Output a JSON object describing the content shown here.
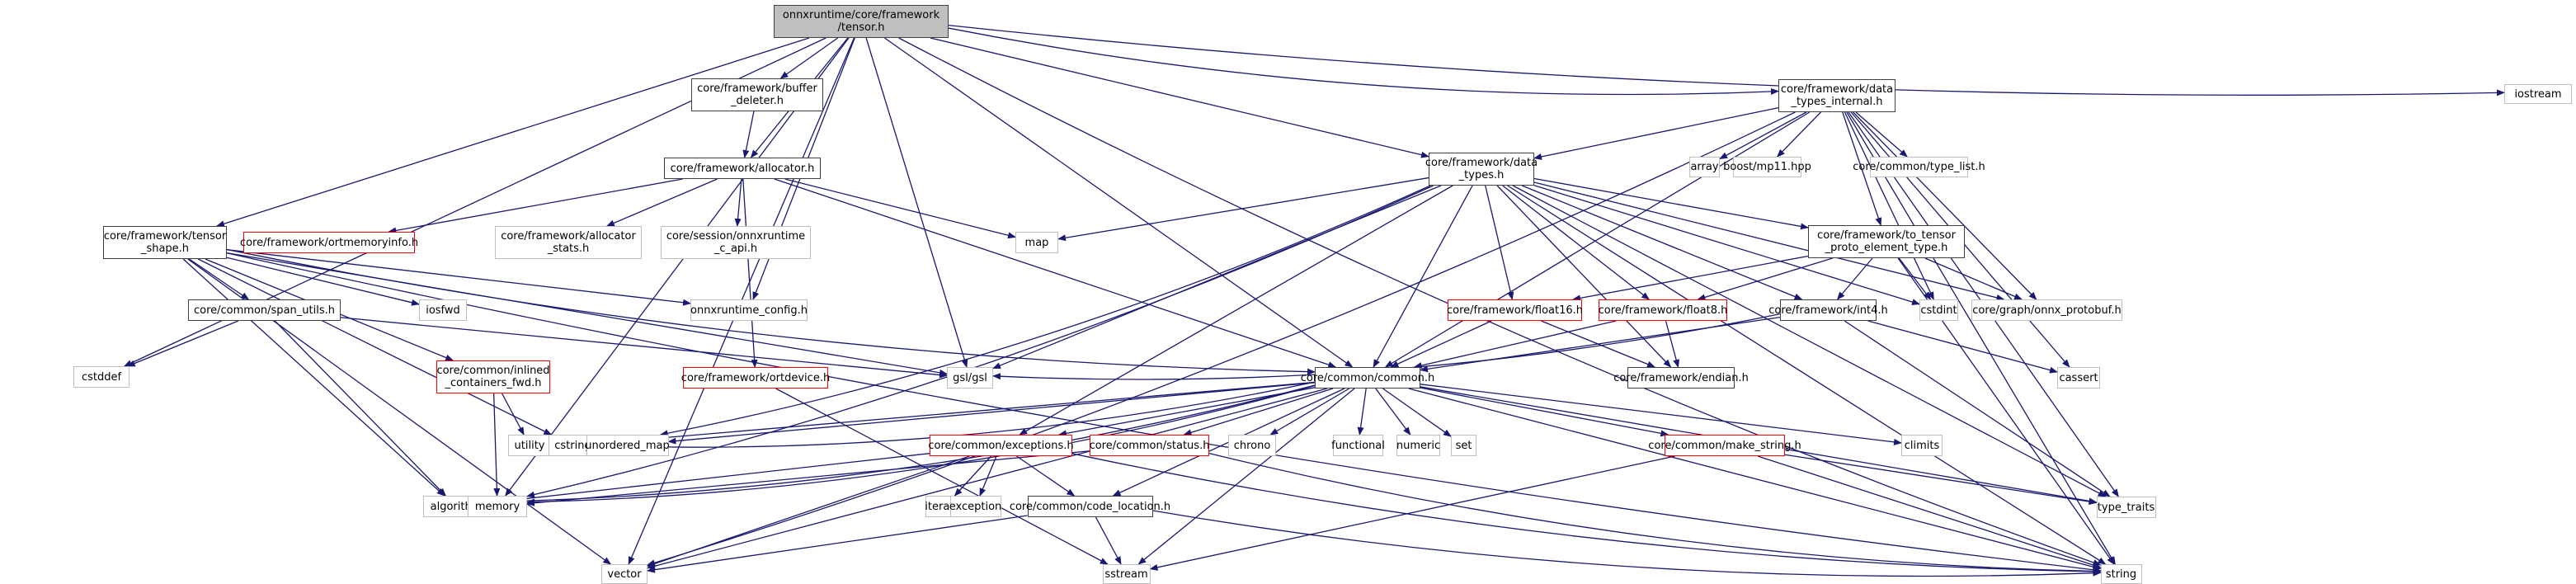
{
  "title": "onnxruntime/core/framework/tensor.h include dependency graph",
  "colors": {
    "edge": "#191970",
    "root_fill": "#bfbfbf",
    "doc_border": "#404040",
    "missing_border": "#ff0000",
    "ext_border": "#bfbfbf"
  },
  "nodes": [
    {
      "id": "tensor",
      "label": "onnxruntime/core/framework\n/tensor.h",
      "kind": "root"
    },
    {
      "id": "buffer_deleter",
      "label": "core/framework/buffer\n_deleter.h",
      "kind": "doc"
    },
    {
      "id": "allocator",
      "label": "core/framework/allocator.h",
      "kind": "doc"
    },
    {
      "id": "data_types_internal",
      "label": "core/framework/data\n_types_internal.h",
      "kind": "doc"
    },
    {
      "id": "iostream",
      "label": "iostream",
      "kind": "ext"
    },
    {
      "id": "tensor_shape",
      "label": "core/framework/tensor\n_shape.h",
      "kind": "doc"
    },
    {
      "id": "ortmemoryinfo",
      "label": "core/framework/ortmemoryinfo.h",
      "kind": "red"
    },
    {
      "id": "allocator_stats",
      "label": "core/framework/allocator\n_stats.h",
      "kind": "ext"
    },
    {
      "id": "onnxruntime_c_api",
      "label": "core/session/onnxruntime\n_c_api.h",
      "kind": "ext"
    },
    {
      "id": "map",
      "label": "map",
      "kind": "ext"
    },
    {
      "id": "data_types",
      "label": "core/framework/data\n_types.h",
      "kind": "doc"
    },
    {
      "id": "array",
      "label": "array",
      "kind": "ext"
    },
    {
      "id": "mp11",
      "label": "boost/mp11.hpp",
      "kind": "ext"
    },
    {
      "id": "type_list",
      "label": "core/common/type_list.h",
      "kind": "ext"
    },
    {
      "id": "span_utils",
      "label": "core/common/span_utils.h",
      "kind": "doc"
    },
    {
      "id": "iosfwd",
      "label": "iosfwd",
      "kind": "ext"
    },
    {
      "id": "onnxruntime_config",
      "label": "onnxruntime_config.h",
      "kind": "ext"
    },
    {
      "id": "to_tensor_proto",
      "label": "core/framework/to_tensor\n_proto_element_type.h",
      "kind": "doc"
    },
    {
      "id": "cstddef",
      "label": "cstddef",
      "kind": "ext"
    },
    {
      "id": "inlined_containers_fwd",
      "label": "core/common/inlined\n_containers_fwd.h",
      "kind": "red"
    },
    {
      "id": "ortdevice",
      "label": "core/framework/ortdevice.h",
      "kind": "red"
    },
    {
      "id": "gsl",
      "label": "gsl/gsl",
      "kind": "ext"
    },
    {
      "id": "float16",
      "label": "core/framework/float16.h",
      "kind": "red"
    },
    {
      "id": "float8",
      "label": "core/framework/float8.h",
      "kind": "red"
    },
    {
      "id": "int4",
      "label": "core/framework/int4.h",
      "kind": "doc"
    },
    {
      "id": "cstdint",
      "label": "cstdint",
      "kind": "ext"
    },
    {
      "id": "onnx_protobuf",
      "label": "core/graph/onnx_protobuf.h",
      "kind": "ext"
    },
    {
      "id": "common",
      "label": "core/common/common.h",
      "kind": "doc"
    },
    {
      "id": "endian",
      "label": "core/framework/endian.h",
      "kind": "doc"
    },
    {
      "id": "cassert",
      "label": "cassert",
      "kind": "ext"
    },
    {
      "id": "utility",
      "label": "utility",
      "kind": "ext"
    },
    {
      "id": "cstring",
      "label": "cstring",
      "kind": "ext"
    },
    {
      "id": "unordered_map",
      "label": "unordered_map",
      "kind": "ext"
    },
    {
      "id": "exceptions",
      "label": "core/common/exceptions.h",
      "kind": "red"
    },
    {
      "id": "status",
      "label": "core/common/status.h",
      "kind": "red"
    },
    {
      "id": "chrono",
      "label": "chrono",
      "kind": "ext"
    },
    {
      "id": "functional",
      "label": "functional",
      "kind": "ext"
    },
    {
      "id": "numeric",
      "label": "numeric",
      "kind": "ext"
    },
    {
      "id": "set",
      "label": "set",
      "kind": "ext"
    },
    {
      "id": "make_string",
      "label": "core/common/make_string.h",
      "kind": "red"
    },
    {
      "id": "climits",
      "label": "climits",
      "kind": "ext"
    },
    {
      "id": "algorithm",
      "label": "algorithm",
      "kind": "ext"
    },
    {
      "id": "memory",
      "label": "memory",
      "kind": "ext"
    },
    {
      "id": "iterator",
      "label": "iterator",
      "kind": "ext"
    },
    {
      "id": "exception",
      "label": "exception",
      "kind": "ext"
    },
    {
      "id": "code_location",
      "label": "core/common/code_location.h",
      "kind": "doc"
    },
    {
      "id": "type_traits",
      "label": "type_traits",
      "kind": "ext"
    },
    {
      "id": "vector",
      "label": "vector",
      "kind": "ext"
    },
    {
      "id": "sstream",
      "label": "sstream",
      "kind": "ext"
    },
    {
      "id": "string",
      "label": "string",
      "kind": "ext"
    }
  ],
  "edges": [
    [
      "tensor",
      "buffer_deleter"
    ],
    [
      "tensor",
      "allocator"
    ],
    [
      "tensor",
      "tensor_shape"
    ],
    [
      "tensor",
      "data_types"
    ],
    [
      "tensor",
      "data_types_internal"
    ],
    [
      "tensor",
      "iostream"
    ],
    [
      "tensor",
      "cstddef"
    ],
    [
      "tensor",
      "memory"
    ],
    [
      "tensor",
      "vector"
    ],
    [
      "tensor",
      "string"
    ],
    [
      "tensor",
      "gsl"
    ],
    [
      "tensor",
      "common"
    ],
    [
      "tensor",
      "onnxruntime_config"
    ],
    [
      "buffer_deleter",
      "allocator"
    ],
    [
      "allocator",
      "ortmemoryinfo"
    ],
    [
      "allocator",
      "allocator_stats"
    ],
    [
      "allocator",
      "onnxruntime_c_api"
    ],
    [
      "allocator",
      "map"
    ],
    [
      "allocator",
      "common"
    ],
    [
      "allocator",
      "ortdevice"
    ],
    [
      "tensor_shape",
      "span_utils"
    ],
    [
      "tensor_shape",
      "iosfwd"
    ],
    [
      "tensor_shape",
      "onnxruntime_config"
    ],
    [
      "tensor_shape",
      "inlined_containers_fwd"
    ],
    [
      "tensor_shape",
      "gsl"
    ],
    [
      "tensor_shape",
      "vector"
    ],
    [
      "tensor_shape",
      "algorithm"
    ],
    [
      "tensor_shape",
      "cstring"
    ],
    [
      "tensor_shape",
      "string"
    ],
    [
      "tensor_shape",
      "common"
    ],
    [
      "span_utils",
      "cstddef"
    ],
    [
      "span_utils",
      "gsl"
    ],
    [
      "span_utils",
      "algorithm"
    ],
    [
      "inlined_containers_fwd",
      "utility"
    ],
    [
      "inlined_containers_fwd",
      "memory"
    ],
    [
      "ortdevice",
      "sstream"
    ],
    [
      "data_types_internal",
      "data_types"
    ],
    [
      "data_types_internal",
      "array"
    ],
    [
      "data_types_internal",
      "mp11"
    ],
    [
      "data_types_internal",
      "type_list"
    ],
    [
      "data_types_internal",
      "to_tensor_proto"
    ],
    [
      "data_types_internal",
      "cstdint"
    ],
    [
      "data_types_internal",
      "onnx_protobuf"
    ],
    [
      "data_types_internal",
      "cassert"
    ],
    [
      "data_types_internal",
      "type_traits"
    ],
    [
      "data_types_internal",
      "string"
    ],
    [
      "data_types_internal",
      "common"
    ],
    [
      "data_types_internal",
      "vector"
    ],
    [
      "data_types",
      "map"
    ],
    [
      "data_types",
      "gsl"
    ],
    [
      "data_types",
      "common"
    ],
    [
      "data_types",
      "exceptions"
    ],
    [
      "data_types",
      "float16"
    ],
    [
      "data_types",
      "float8"
    ],
    [
      "data_types",
      "int4"
    ],
    [
      "data_types",
      "endian"
    ],
    [
      "data_types",
      "to_tensor_proto"
    ],
    [
      "data_types",
      "cstdint"
    ],
    [
      "data_types",
      "onnx_protobuf"
    ],
    [
      "data_types",
      "string"
    ],
    [
      "data_types",
      "type_traits"
    ],
    [
      "data_types",
      "unordered_map"
    ],
    [
      "data_types",
      "memory"
    ],
    [
      "to_tensor_proto",
      "float16"
    ],
    [
      "to_tensor_proto",
      "float8"
    ],
    [
      "to_tensor_proto",
      "int4"
    ],
    [
      "to_tensor_proto",
      "cstdint"
    ],
    [
      "to_tensor_proto",
      "onnx_protobuf"
    ],
    [
      "to_tensor_proto",
      "string"
    ],
    [
      "float16",
      "common"
    ],
    [
      "float16",
      "endian"
    ],
    [
      "float8",
      "common"
    ],
    [
      "float8",
      "endian"
    ],
    [
      "int4",
      "common"
    ],
    [
      "int4",
      "gsl"
    ],
    [
      "int4",
      "cassert"
    ],
    [
      "int4",
      "type_traits"
    ],
    [
      "common",
      "utility"
    ],
    [
      "common",
      "cstring"
    ],
    [
      "common",
      "unordered_map"
    ],
    [
      "common",
      "exceptions"
    ],
    [
      "common",
      "status"
    ],
    [
      "common",
      "chrono"
    ],
    [
      "common",
      "functional"
    ],
    [
      "common",
      "numeric"
    ],
    [
      "common",
      "set"
    ],
    [
      "common",
      "make_string"
    ],
    [
      "common",
      "climits"
    ],
    [
      "common",
      "algorithm"
    ],
    [
      "common",
      "memory"
    ],
    [
      "common",
      "vector"
    ],
    [
      "common",
      "sstream"
    ],
    [
      "common",
      "string"
    ],
    [
      "common",
      "type_traits"
    ],
    [
      "common",
      "code_location"
    ],
    [
      "exceptions",
      "iterator"
    ],
    [
      "exceptions",
      "exception"
    ],
    [
      "exceptions",
      "code_location"
    ],
    [
      "exceptions",
      "algorithm"
    ],
    [
      "exceptions",
      "vector"
    ],
    [
      "exceptions",
      "string"
    ],
    [
      "status",
      "memory"
    ],
    [
      "status",
      "string"
    ],
    [
      "make_string",
      "sstream"
    ],
    [
      "make_string",
      "string"
    ],
    [
      "make_string",
      "type_traits"
    ],
    [
      "code_location",
      "sstream"
    ],
    [
      "code_location",
      "string"
    ],
    [
      "code_location",
      "vector"
    ]
  ]
}
